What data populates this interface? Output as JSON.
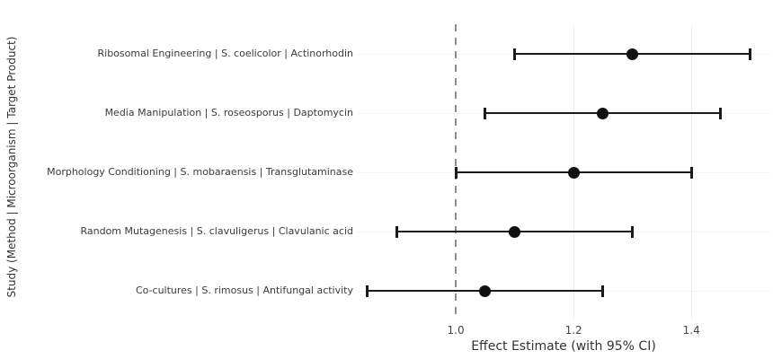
{
  "chart_data": {
    "type": "scatter",
    "subtype": "forest-plot",
    "title": "",
    "xlabel": "Effect Estimate (with 95% CI)",
    "ylabel": "Study (Method | Microorganism | Target Product)",
    "categories": [
      "Ribosomal Engineering | S. coelicolor | Actinorhodin",
      "Media Manipulation | S. roseosporus | Daptomycin",
      "Morphology Conditioning | S. mobaraensis | Transglutaminase",
      "Random Mutagenesis | S. clavuligerus | Clavulanic acid",
      "Co-cultures | S. rimosus | Antifungal activity"
    ],
    "series": [
      {
        "name": "Effect Estimate",
        "estimates": [
          1.3,
          1.25,
          1.2,
          1.1,
          1.05
        ],
        "ci_low": [
          1.1,
          1.05,
          1.0,
          0.9,
          0.85
        ],
        "ci_high": [
          1.5,
          1.45,
          1.4,
          1.3,
          1.25
        ]
      }
    ],
    "x_ticks": [
      {
        "value": 1.0,
        "label": "1.0"
      },
      {
        "value": 1.2,
        "label": "1.2"
      },
      {
        "value": 1.4,
        "label": "1.4"
      }
    ],
    "xlim": [
      0.832,
      1.534
    ],
    "reference_line": {
      "x": 1.0,
      "style": "dashed"
    },
    "grid": true,
    "legend_position": "none",
    "colors": {
      "marker": "#111111",
      "ci_line": "#1a1a1a",
      "reference_line": "#8c8c8c",
      "vertical_gridline": "#efefef",
      "horizontal_gridline": "#f4f4f4",
      "tick_text": "#444444",
      "category_text": "#3b3b3b",
      "axis_title_text": "#333333",
      "background": "#ffffff"
    }
  }
}
